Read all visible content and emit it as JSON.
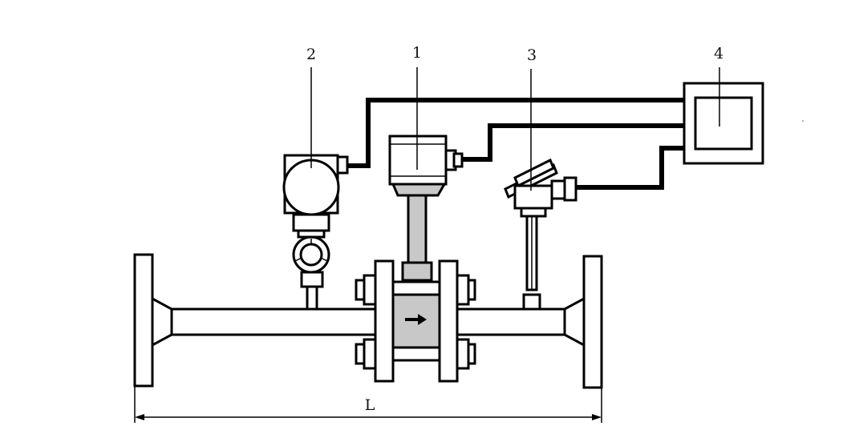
{
  "labels": {
    "flowmeter": "1",
    "pressure_transmitter": "2",
    "temperature_sensor": "3",
    "flow_computer": "4",
    "length": "L"
  },
  "colors": {
    "line": "#000000",
    "fill": "#ffffff",
    "body_fill": "#c8c8c8"
  },
  "icons": {
    "flow_direction": "arrow-right-icon"
  }
}
